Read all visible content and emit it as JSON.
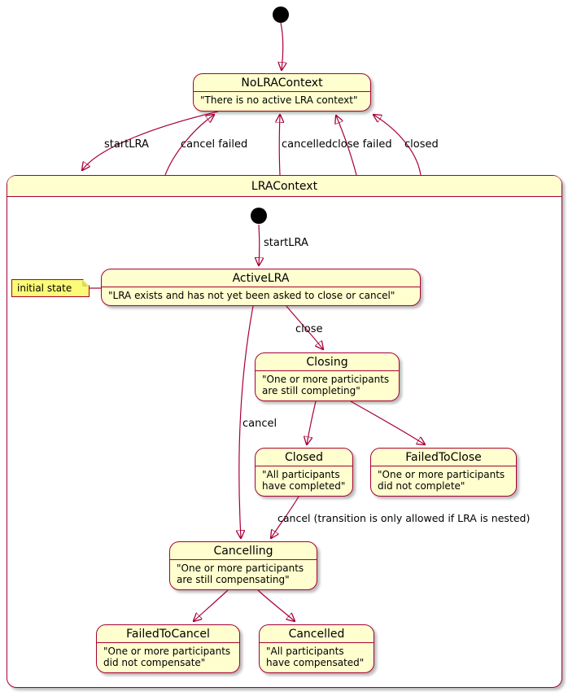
{
  "colors": {
    "state_fill": "#FEFECE",
    "border": "#A80036",
    "arrow": "#A80036",
    "note_fill": "#FBFB77",
    "text": "#000000"
  },
  "outer": {
    "no_lra_context": {
      "title": "NoLRAContext",
      "desc": "\"There is no active LRA context\""
    }
  },
  "container": {
    "title": "LRAContext"
  },
  "states": {
    "active_lra": {
      "title": "ActiveLRA",
      "desc": "\"LRA exists and has not yet been asked to close or cancel\""
    },
    "closing": {
      "title": "Closing",
      "line1": "\"One or more participants",
      "line2": "are still completing\""
    },
    "closed": {
      "title": "Closed",
      "line1": "\"All participants",
      "line2": "have completed\""
    },
    "failed_to_close": {
      "title": "FailedToClose",
      "line1": "\"One or more participants",
      "line2": "did not complete\""
    },
    "cancelling": {
      "title": "Cancelling",
      "line1": "\"One or more participants",
      "line2": "are still compensating\""
    },
    "failed_to_cancel": {
      "title": "FailedToCancel",
      "line1": "\"One or more participants",
      "line2": "did not compensate\""
    },
    "cancelled": {
      "title": "Cancelled",
      "line1": "\"All participants",
      "line2": "have compensated\""
    }
  },
  "edges": {
    "start_outer": "startLRA",
    "cancel_failed": "cancel failed",
    "cancelled": "cancelled",
    "close_failed": "close failed",
    "closed": "closed",
    "start_inner": "startLRA",
    "close": "close",
    "cancel": "cancel",
    "cancel_nested": "cancel (transition is only allowed if LRA is nested)"
  },
  "note": {
    "text": "initial state"
  }
}
